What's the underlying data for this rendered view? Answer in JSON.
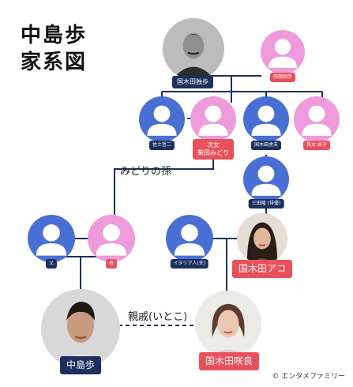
{
  "title": {
    "line1": "中島歩",
    "line2": "家系図"
  },
  "people": {
    "doppo": "国木田独歩",
    "harumi": "両親相手",
    "sato": "佐土哲二",
    "midori_role": "次女",
    "midori": "柴田みどり",
    "torao": "国木田虎夫",
    "sadako": "長女:貞子",
    "mitaryu": "三田隆 (俳優)",
    "father": "父",
    "mother": "母",
    "italian": "イタリア人(夫)",
    "ako": "国木田アコ",
    "ayumu": "中島歩",
    "sakura": "国木田咲良"
  },
  "annotations": {
    "grandchild": "みどりの孫",
    "cousin": "親戚(いとこ)"
  },
  "credit": "© エンタメファミリー",
  "colors": {
    "male": "#4a6fd4",
    "female": "#ee9adb",
    "navy": "#1c2f5e",
    "red": "#e8505b"
  }
}
